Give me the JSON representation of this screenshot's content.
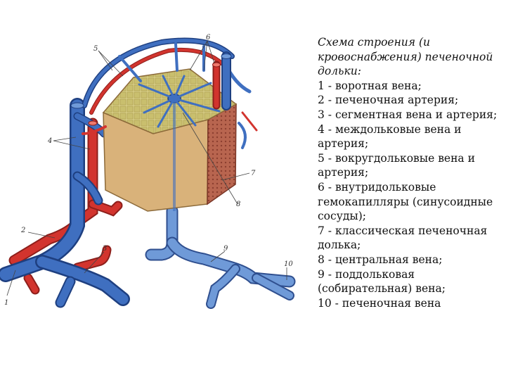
{
  "legend": {
    "title": "Схема строения (и кровоснабжения) печеночной дольки:",
    "items": [
      "1 - воротная вена;",
      "2 - печеночная артерия;",
      "3 - сегментная вена и артерия;",
      "4 - междольковые вена и артерия;",
      "5 - вокругдольковые вена и артерия;",
      "6 - внутридольковые гемокапилляры (синусоидные сосуды);",
      "7 - классическая печеночная долька;",
      "8 - центральная вена;",
      "9 - поддольковая (собирательная) вена;",
      "10 - печеночная вена"
    ]
  },
  "diagram": {
    "labels": [
      "1",
      "2",
      "3",
      "4",
      "5",
      "6",
      "7",
      "8",
      "9",
      "10"
    ]
  },
  "colors": {
    "vein_blue": "#3f6fc0",
    "portal_blue": "#2e5aa8",
    "hepatic_blue": "#6f9ad8",
    "artery_red": "#d2342e",
    "lobule_side": "#d9b27a",
    "lobule_top": "#d8cc86",
    "lobule_dark": "#b05a4a"
  }
}
